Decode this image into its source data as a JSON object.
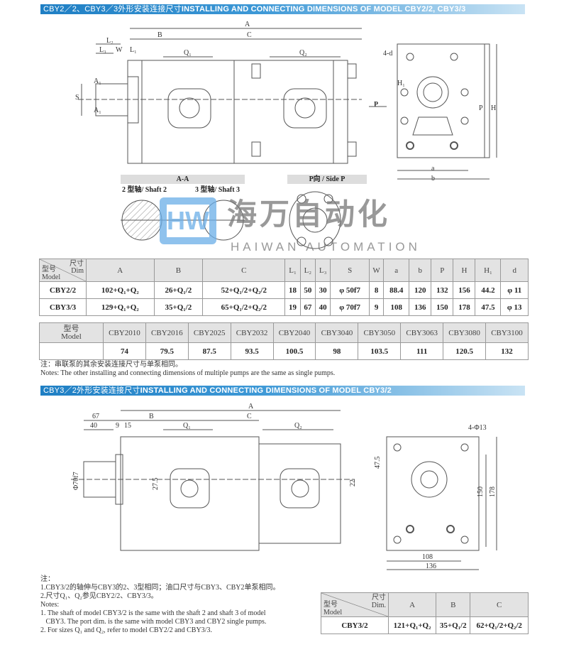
{
  "section1": {
    "title_cn": "CBY2／2、CBY3／3外形安装连接尺寸",
    "title_en": "INSTALLING AND CONNECTING DIMENSIONS OF MODEL CBY2/2, CBY3/3",
    "dims": {
      "A": "A",
      "B": "B",
      "C": "C",
      "L1": "L₁",
      "L2": "L₂",
      "L3": "L₃",
      "W": "W",
      "Q1": "Q₁",
      "Q2": "Q₂",
      "A1a": "A₁",
      "A1b": "A₁",
      "S": "S",
      "d4": "4-d",
      "H1": "H₁",
      "P": "P",
      "H": "H",
      "a": "a",
      "b": "b",
      "Parrow": "P"
    },
    "label_aa": "A-A",
    "label_sidep": "P向 / Side P",
    "shaft2": "2 型轴/ Shaft 2",
    "shaft3": "3 型轴/ Shaft 3"
  },
  "watermark": {
    "cn": "海万自动化",
    "en": "HAIWAN AUTOMATION"
  },
  "table1": {
    "corner": {
      "dim": "尺寸",
      "dim_en": "Dim",
      "model": "型号",
      "model_en": "Model"
    },
    "headers": [
      "A",
      "B",
      "C",
      "L₁",
      "L₂",
      "L₃",
      "S",
      "W",
      "a",
      "b",
      "P",
      "H",
      "H₁",
      "d"
    ],
    "rows": [
      [
        "CBY2/2",
        "102+Q₁+Q₂",
        "26+Q₁/2",
        "52+Q₁/2+Q₂/2",
        "18",
        "50",
        "30",
        "φ 50f7",
        "8",
        "88.4",
        "120",
        "132",
        "156",
        "44.2",
        "φ 11"
      ],
      [
        "CBY3/3",
        "129+Q₁+Q₂",
        "35+Q₁/2",
        "65+Q₁/2+Q₂/2",
        "19",
        "67",
        "40",
        "φ 70f7",
        "9",
        "108",
        "136",
        "150",
        "178",
        "47.5",
        "φ 13"
      ]
    ]
  },
  "table2": {
    "model": "型号",
    "model_en": "Model",
    "headers": [
      "CBY2010",
      "CBY2016",
      "CBY2025",
      "CBY2032",
      "CBY2040",
      "CBY3040",
      "CBY3050",
      "CBY3063",
      "CBY3080",
      "CBY3100"
    ],
    "values": [
      "74",
      "79.5",
      "87.5",
      "93.5",
      "100.5",
      "98",
      "103.5",
      "111",
      "120.5",
      "132"
    ]
  },
  "notes1": {
    "cn": "注：串联泵的其余安装连接尺寸与单泵相同。",
    "en": "Notes: The other installing and connecting dimensions of multiple pumps are the same as single pumps."
  },
  "section2": {
    "title_cn": "CBY3／2外形安装连接尺寸",
    "title_en": "INSTALLING AND CONNECTING DIMENSIONS OF MODEL CBY3/2",
    "dims": {
      "A": "A",
      "d67": "67",
      "d40": "40",
      "d9": "9",
      "d15": "15",
      "B": "B",
      "C": "C",
      "Q1": "Q₁",
      "Q2": "Q₂",
      "phi": "Φ70f7",
      "d275": "27.5",
      "d22": "22",
      "holes": "4-Φ13",
      "d475": "47.5",
      "d150": "150",
      "d178": "178",
      "d108": "108",
      "d136": "136"
    }
  },
  "notes2": {
    "lines": [
      "注：",
      "1.CBY3/2的轴伸与CBY3的2、3型相同；油口尺寸与CBY3、CBY2单泵相同。",
      "2.尺寸Q₁、Q₂参见CBY2/2、CBY3/3。",
      "Notes:",
      "1. The shaft of model CBY3/2 is the same with the shaft 2 and shaft 3 of model",
      "   CBY3. The port dim. is the same with model CBY3 and CBY2 single pumps.",
      "2. For sizes Q₁ and Q₂, refer to model CBY2/2 and CBY3/3."
    ]
  },
  "table3": {
    "corner": {
      "dim": "尺寸",
      "dim_en": "Dim.",
      "model": "型号",
      "model_en": "Model"
    },
    "headers": [
      "A",
      "B",
      "C"
    ],
    "rows": [
      [
        "CBY3/2",
        "121+Q₁+Q₂",
        "35+Q₁/2",
        "62+Q₁/2+Q₂/2"
      ]
    ]
  }
}
